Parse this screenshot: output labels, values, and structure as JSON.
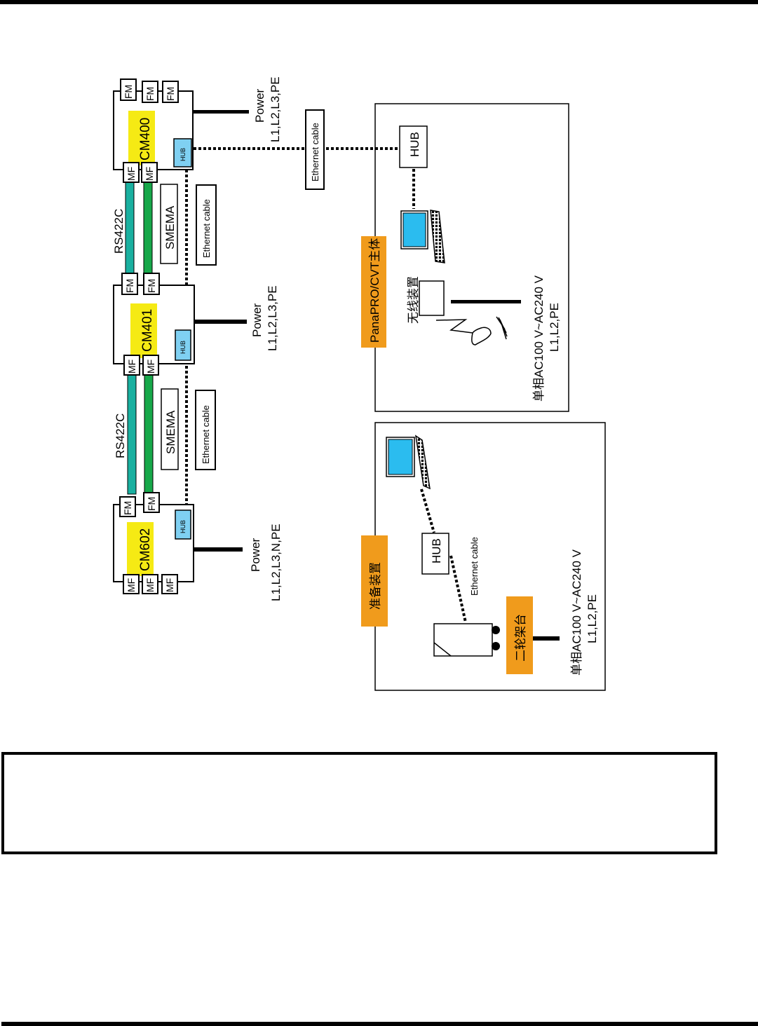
{
  "colors": {
    "model_highlight": "#f5ea14",
    "hub_fill": "#7fd0f2",
    "rs422_cable_a": "#1ab0a0",
    "rs422_cable_b": "#17a84a",
    "section_label": "#f09b1c",
    "screen": "#2bbcef",
    "line": "#000000"
  },
  "machines": [
    {
      "id": "cm400",
      "model": "CM400",
      "hub": "HUB",
      "fm_ports": [
        "FM",
        "FM",
        "FM"
      ],
      "mf_ports": [
        "MF",
        "MF"
      ],
      "power_label": "Power",
      "power_spec": "L1,L2,L3,PE"
    },
    {
      "id": "cm401",
      "model": "CM401",
      "hub": "HUB",
      "fm_ports": [
        "FM",
        "FM"
      ],
      "mf_ports": [
        "MF",
        "MF"
      ],
      "power_label": "Power",
      "power_spec": "L1,L2,L3,PE"
    },
    {
      "id": "cm602",
      "model": "CM602",
      "hub": "HUB",
      "fm_ports": [
        "FM",
        "FM"
      ],
      "mf_ports": [
        "MF",
        "MF",
        "MF"
      ],
      "power_label": "Power",
      "power_spec": "L1,L2,L3,N,PE"
    }
  ],
  "links": [
    {
      "serial": "RS422C",
      "signal": "SMEMA",
      "network": "Ethernet cable"
    },
    {
      "serial": "RS422C",
      "signal": "SMEMA",
      "network": "Ethernet cable"
    }
  ],
  "uplink": {
    "network": "Ethernet cable"
  },
  "host_panel": {
    "title": "PanaPRO/CVT主体",
    "hub": "HUB",
    "wireless_label": "无线装置",
    "power_spec": "单相AC100 V~AC240 V",
    "power_lines": "L1,L2,PE"
  },
  "prep_panel": {
    "title": "准备装置",
    "hub": "HUB",
    "network": "Ethernet cable",
    "cart_label": "二轮架台",
    "power_spec": "单相AC100 V~AC240 V",
    "power_lines": "L1,L2,PE"
  }
}
